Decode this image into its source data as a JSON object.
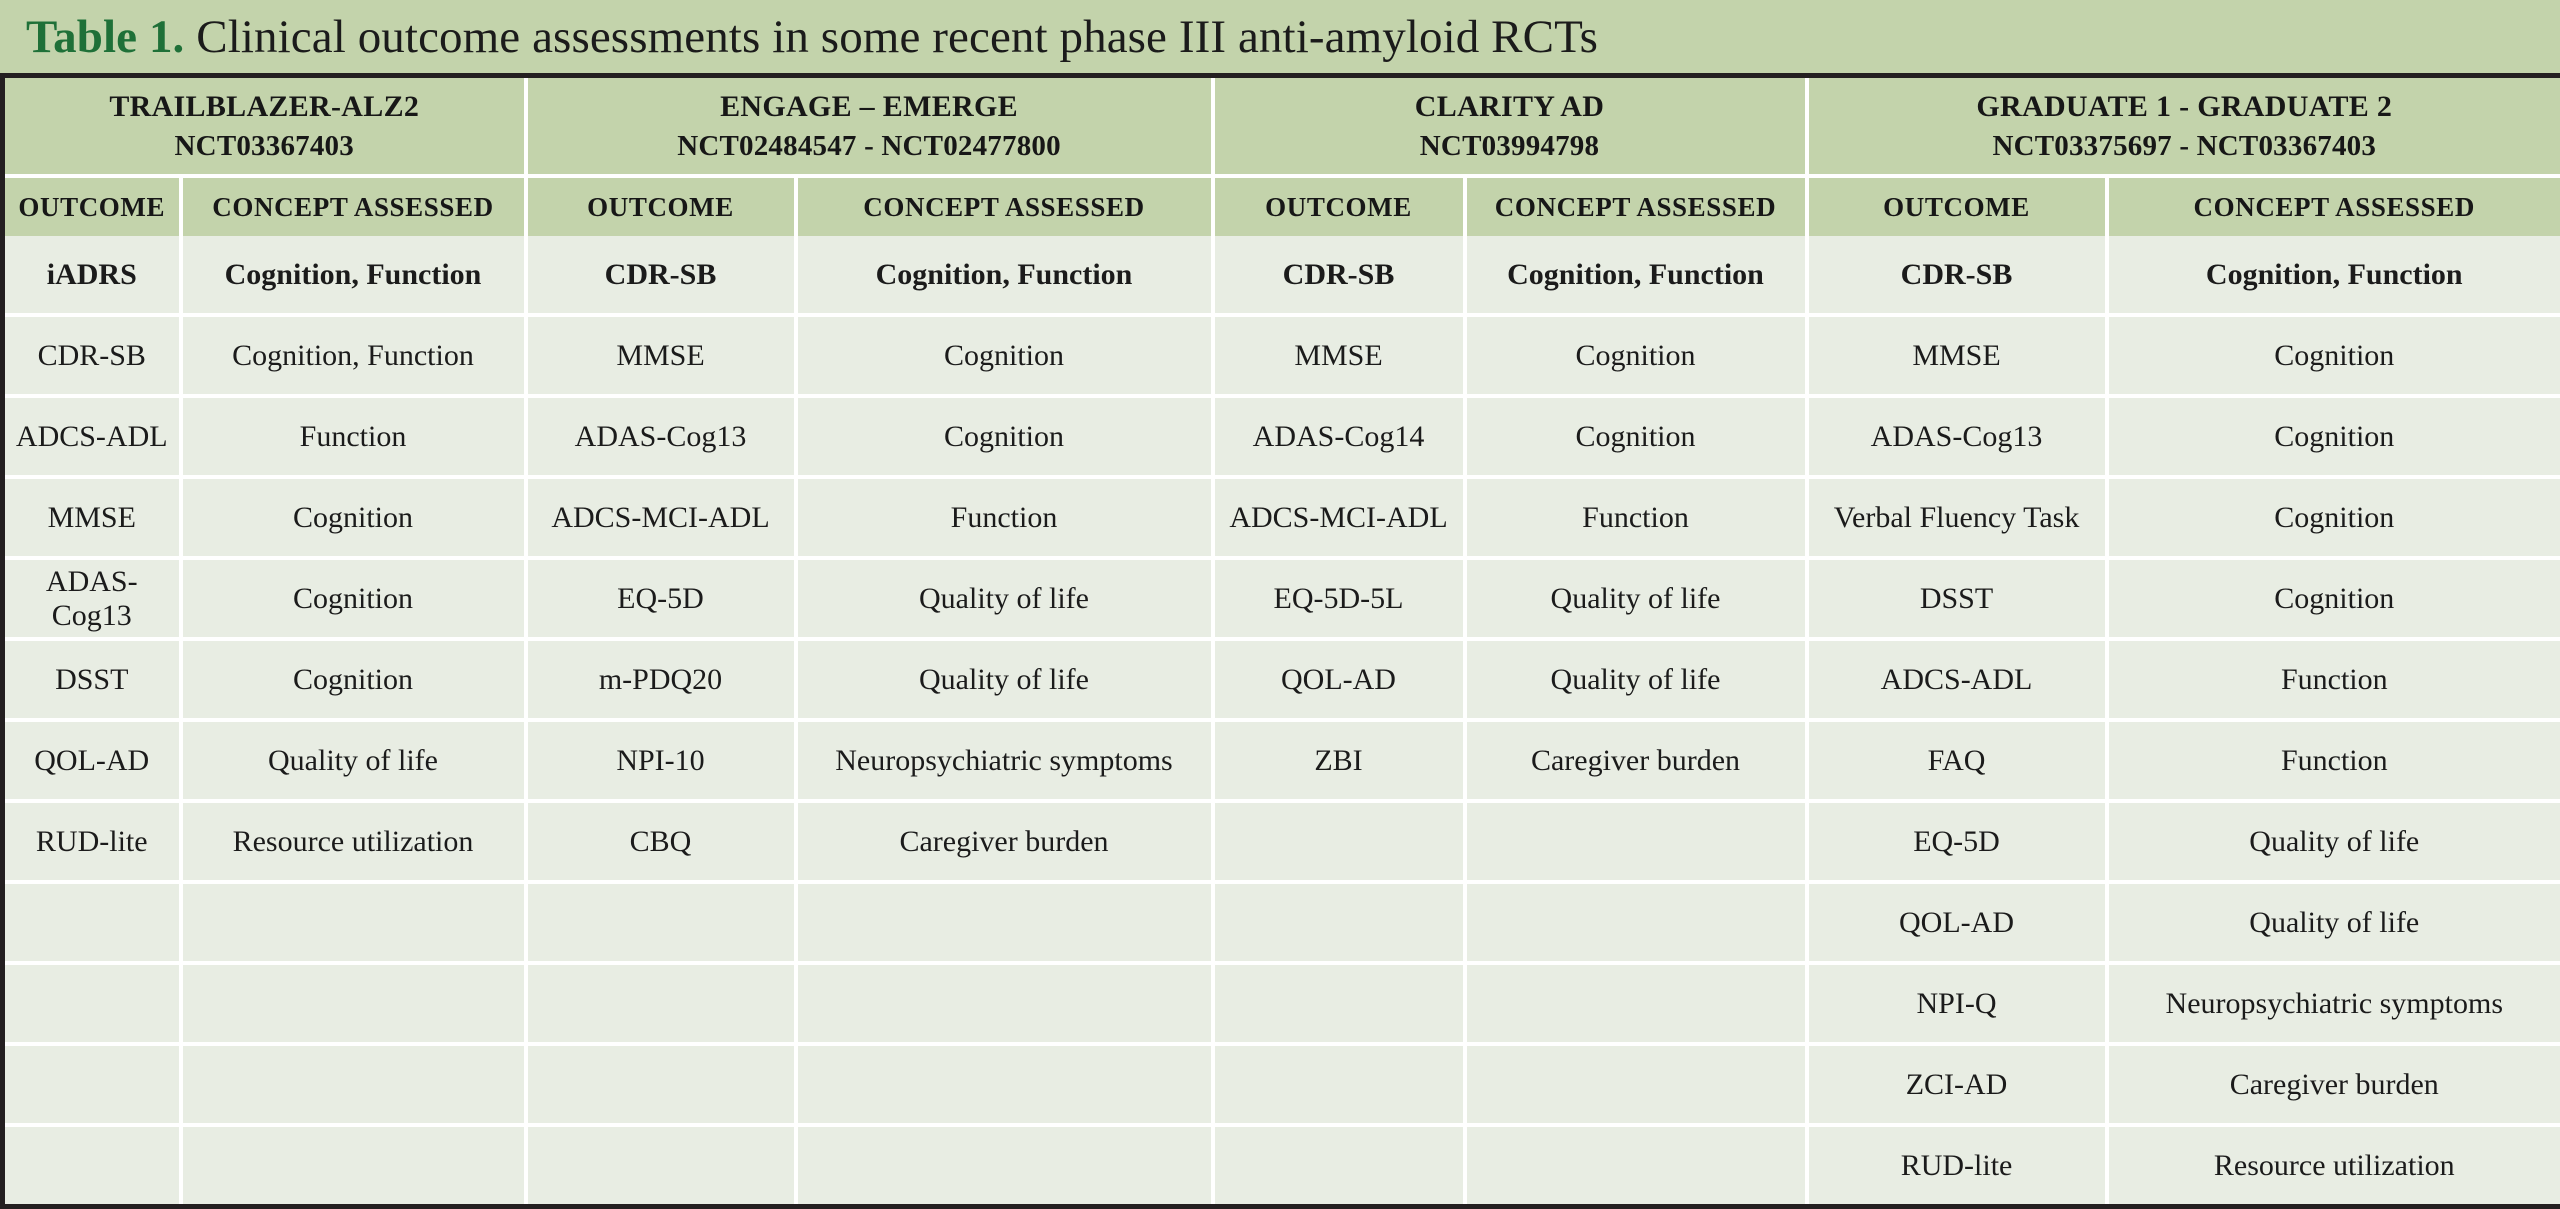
{
  "title": {
    "label": "Table 1.",
    "text": " Clinical outcome assessments in some recent phase III anti-amyloid RCTs"
  },
  "colors": {
    "header_green": "#c3d3ab",
    "body_green": "#e8ede3",
    "title_accent": "#1f7038",
    "border": "#231f20"
  },
  "subheaders": {
    "outcome": "OUTCOME",
    "concept": "CONCEPT ASSESSED"
  },
  "studies": [
    {
      "name": "TRAILBLAZER-ALZ2",
      "nct": "NCT03367403",
      "rows": [
        {
          "outcome": "iADRS",
          "concept": "Cognition, Function"
        },
        {
          "outcome": "CDR-SB",
          "concept": "Cognition, Function"
        },
        {
          "outcome": "ADCS-ADL",
          "concept": "Function"
        },
        {
          "outcome": "MMSE",
          "concept": "Cognition"
        },
        {
          "outcome": "ADAS-Cog13",
          "concept": "Cognition"
        },
        {
          "outcome": "DSST",
          "concept": "Cognition"
        },
        {
          "outcome": "QOL-AD",
          "concept": "Quality of life"
        },
        {
          "outcome": "RUD-lite",
          "concept": "Resource utilization"
        },
        {
          "outcome": "",
          "concept": ""
        },
        {
          "outcome": "",
          "concept": ""
        },
        {
          "outcome": "",
          "concept": ""
        },
        {
          "outcome": "",
          "concept": ""
        }
      ]
    },
    {
      "name": "ENGAGE – EMERGE",
      "nct": "NCT02484547 - NCT02477800",
      "rows": [
        {
          "outcome": "CDR-SB",
          "concept": "Cognition, Function"
        },
        {
          "outcome": "MMSE",
          "concept": "Cognition"
        },
        {
          "outcome": "ADAS-Cog13",
          "concept": "Cognition"
        },
        {
          "outcome": "ADCS-MCI-ADL",
          "concept": "Function"
        },
        {
          "outcome": "EQ-5D",
          "concept": "Quality of life"
        },
        {
          "outcome": "m-PDQ20",
          "concept": "Quality of life"
        },
        {
          "outcome": "NPI-10",
          "concept": "Neuropsychiatric symptoms"
        },
        {
          "outcome": "CBQ",
          "concept": "Caregiver burden"
        },
        {
          "outcome": "",
          "concept": ""
        },
        {
          "outcome": "",
          "concept": ""
        },
        {
          "outcome": "",
          "concept": ""
        },
        {
          "outcome": "",
          "concept": ""
        }
      ]
    },
    {
      "name": "CLARITY AD",
      "nct": "NCT03994798",
      "rows": [
        {
          "outcome": "CDR-SB",
          "concept": "Cognition, Function"
        },
        {
          "outcome": "MMSE",
          "concept": "Cognition"
        },
        {
          "outcome": "ADAS-Cog14",
          "concept": "Cognition"
        },
        {
          "outcome": "ADCS-MCI-ADL",
          "concept": "Function"
        },
        {
          "outcome": "EQ-5D-5L",
          "concept": "Quality of life"
        },
        {
          "outcome": "QOL-AD",
          "concept": "Quality of life"
        },
        {
          "outcome": "ZBI",
          "concept": "Caregiver burden"
        },
        {
          "outcome": "",
          "concept": ""
        },
        {
          "outcome": "",
          "concept": ""
        },
        {
          "outcome": "",
          "concept": ""
        },
        {
          "outcome": "",
          "concept": ""
        },
        {
          "outcome": "",
          "concept": ""
        }
      ]
    },
    {
      "name": "GRADUATE 1 - GRADUATE 2",
      "nct": "NCT03375697 - NCT03367403",
      "rows": [
        {
          "outcome": "CDR-SB",
          "concept": "Cognition, Function"
        },
        {
          "outcome": "MMSE",
          "concept": "Cognition"
        },
        {
          "outcome": "ADAS-Cog13",
          "concept": "Cognition"
        },
        {
          "outcome": "Verbal Fluency Task",
          "concept": "Cognition"
        },
        {
          "outcome": "DSST",
          "concept": "Cognition"
        },
        {
          "outcome": "ADCS-ADL",
          "concept": "Function"
        },
        {
          "outcome": "FAQ",
          "concept": "Function"
        },
        {
          "outcome": "EQ-5D",
          "concept": "Quality of life"
        },
        {
          "outcome": "QOL-AD",
          "concept": "Quality of life"
        },
        {
          "outcome": "NPI-Q",
          "concept": "Neuropsychiatric symptoms"
        },
        {
          "outcome": "ZCI-AD",
          "concept": "Caregiver burden"
        },
        {
          "outcome": "RUD-lite",
          "concept": "Resource utilization"
        }
      ]
    }
  ]
}
